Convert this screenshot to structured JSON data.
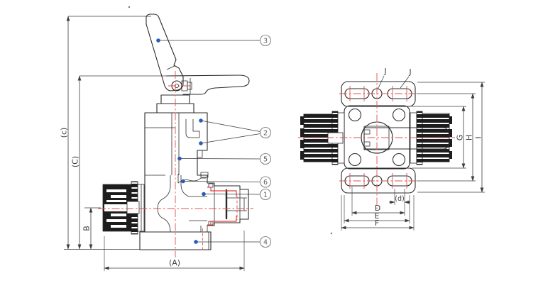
{
  "drawing": {
    "background": "#ffffff",
    "colors": {
      "outline": "#2b2b2b",
      "centerline_red": "#e05252",
      "marker_blue": "#2b5cb8",
      "dimension_text": "#3d3d3d",
      "callout_gray": "#8a8a8a"
    },
    "side_view": {
      "dim_labels": {
        "c": "(c)",
        "C": "(C)",
        "B": "B",
        "A": "(A)"
      },
      "callouts": [
        {
          "num": "3"
        },
        {
          "num": "2"
        },
        {
          "num": "5"
        },
        {
          "num": "6"
        },
        {
          "num": "1"
        },
        {
          "num": "4"
        }
      ]
    },
    "top_view": {
      "hole_labels": [
        {
          "text": "J"
        },
        {
          "text": "J"
        }
      ],
      "dim_labels": {
        "G": "G",
        "H": "H",
        "I": "I",
        "d": "(d)",
        "D": "D",
        "E": "E",
        "F": "F"
      }
    }
  }
}
